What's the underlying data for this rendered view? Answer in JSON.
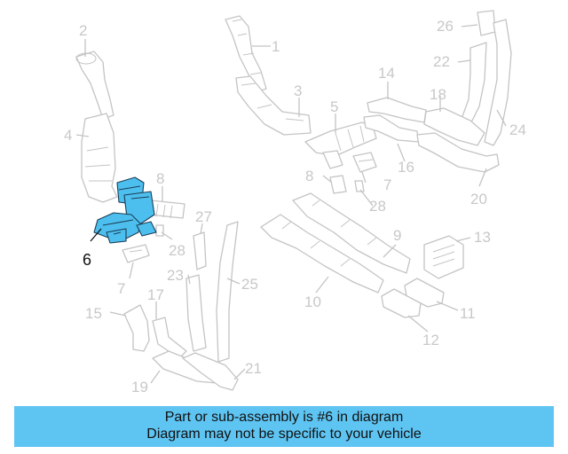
{
  "diagram": {
    "highlighted_part": "6",
    "callouts": [
      "1",
      "2",
      "3",
      "4",
      "5",
      "6",
      "7",
      "7",
      "8",
      "8",
      "9",
      "10",
      "11",
      "12",
      "13",
      "14",
      "15",
      "16",
      "17",
      "18",
      "19",
      "20",
      "21",
      "22",
      "23",
      "24",
      "25",
      "26",
      "27",
      "28",
      "28"
    ]
  },
  "footer": {
    "line1": "Part or sub-assembly is #6 in diagram",
    "line2": "Diagram may not be specific to your vehicle"
  },
  "colors": {
    "highlight": "#4dbfef",
    "footer_bg": "#5ec4f2",
    "line_art": "#c4c4c4"
  }
}
